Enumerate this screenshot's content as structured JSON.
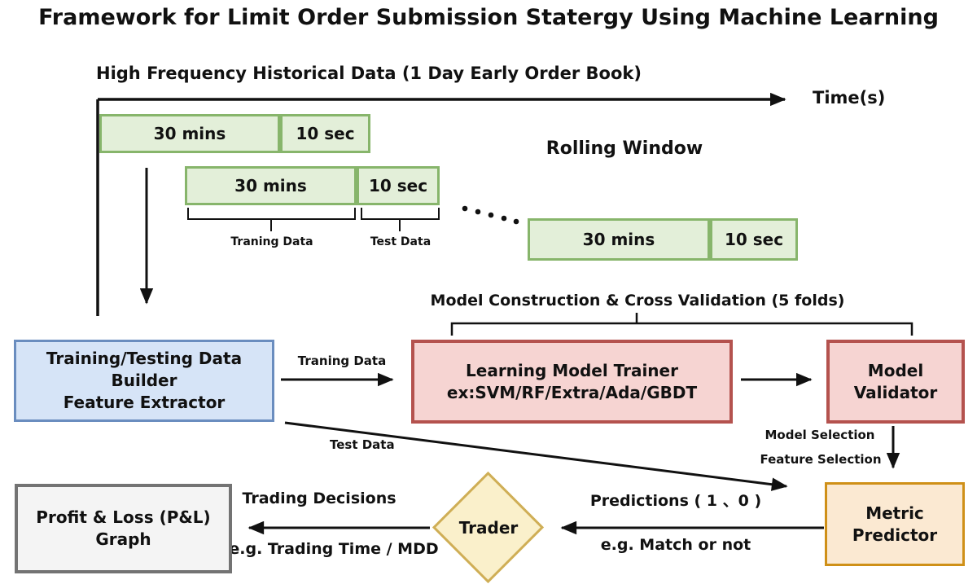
{
  "title": "Framework for Limit Order Submission Statergy Using Machine Learning",
  "timeline": {
    "label": "High Frequency Historical Data (1 Day Early Order Book)",
    "axis_label": "Time(s)",
    "rolling_window_label": "Rolling Window",
    "windows": [
      {
        "train": "30 mins",
        "test": "10 sec"
      },
      {
        "train": "30 mins",
        "test": "10 sec"
      },
      {
        "train": "30 mins",
        "test": "10 sec"
      }
    ],
    "training_brace_label": "Traning Data",
    "test_brace_label": "Test Data"
  },
  "pipeline": {
    "cross_validation_label": "Model Construction & Cross Validation (5 folds)",
    "data_builder": {
      "line1": "Training/Testing Data Builder",
      "line2": "Feature Extractor"
    },
    "trainer": {
      "line1": "Learning Model Trainer",
      "line2": "ex:SVM/RF/Extra/Ada/GBDT"
    },
    "validator": {
      "line1": "Model",
      "line2": "Validator"
    },
    "metric_predictor": {
      "line1": "Metric",
      "line2": "Predictor"
    },
    "trader_label": "Trader",
    "pnl": {
      "line1": "Profit & Loss (P&L)",
      "line2": "Graph"
    }
  },
  "edges": {
    "traning_data": "Traning Data",
    "test_data": "Test Data",
    "model_selection": "Model Selection",
    "feature_selection": "Feature Selection",
    "predictions": "Predictions ( 1 、0 )",
    "match_or_not": "e.g. Match or not",
    "trading_decisions": "Trading Decisions",
    "trading_time": "e.g. Trading Time / MDD"
  },
  "colors": {
    "window_fill": "#e3efd9",
    "window_border": "#87b56b",
    "builder_fill": "#d6e4f7",
    "builder_border": "#6a8dbf",
    "trainer_fill": "#f6d4d2",
    "trainer_border": "#b4524e",
    "metric_fill": "#fbe9d2",
    "metric_border": "#cf9018",
    "trader_fill": "#faf0cb",
    "trader_border": "#cfae56",
    "pnl_fill": "#f4f4f4",
    "pnl_border": "#737373",
    "line": "#111111"
  }
}
